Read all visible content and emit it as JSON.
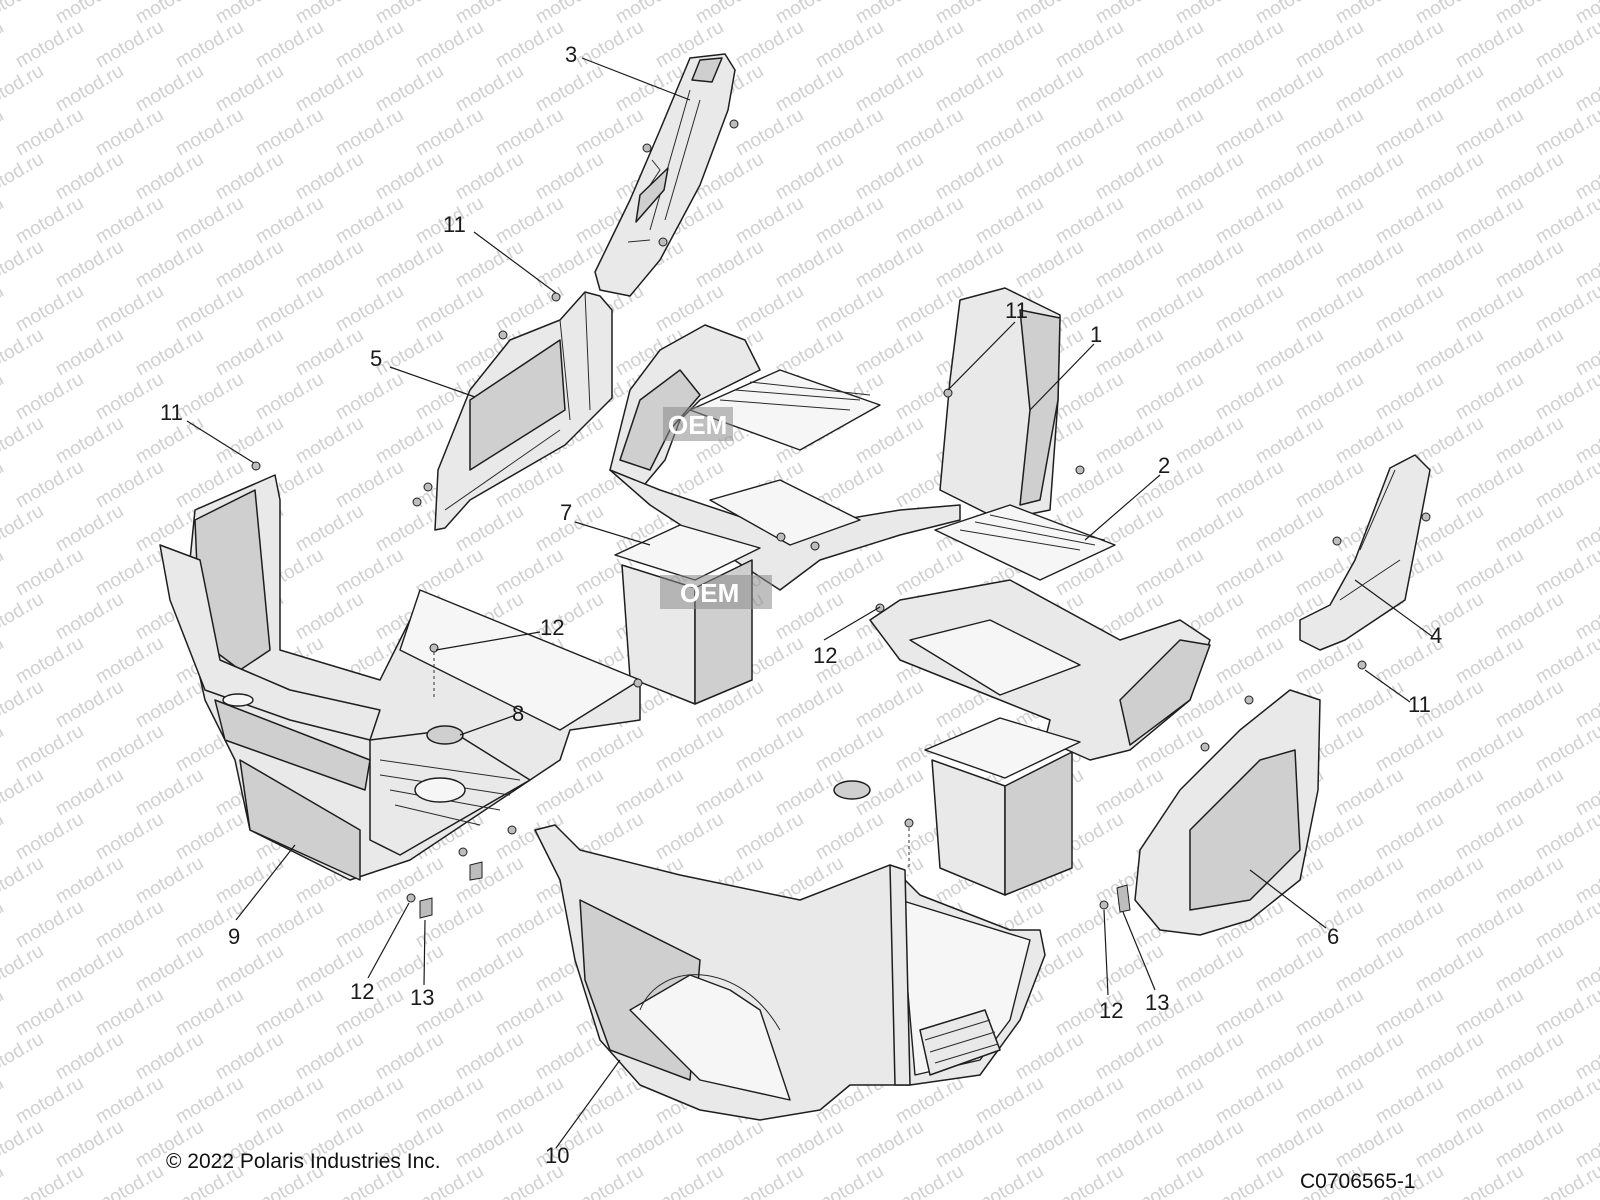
{
  "watermark": "motod.ru",
  "stamp": "OEM",
  "copyright": "© 2022 Polaris Industries Inc.",
  "diagram_code": "C0706565-1",
  "callouts": {
    "c1": "1",
    "c2": "2",
    "c3": "3",
    "c4": "4",
    "c5": "5",
    "c6": "6",
    "c7": "7",
    "c8": "8",
    "c9": "9",
    "c10": "10",
    "c11a": "11",
    "c11b": "11",
    "c11c": "11",
    "c11d": "11",
    "c12a": "12",
    "c12b": "12",
    "c12c": "12",
    "c12d": "12",
    "c13a": "13",
    "c13b": "13"
  }
}
